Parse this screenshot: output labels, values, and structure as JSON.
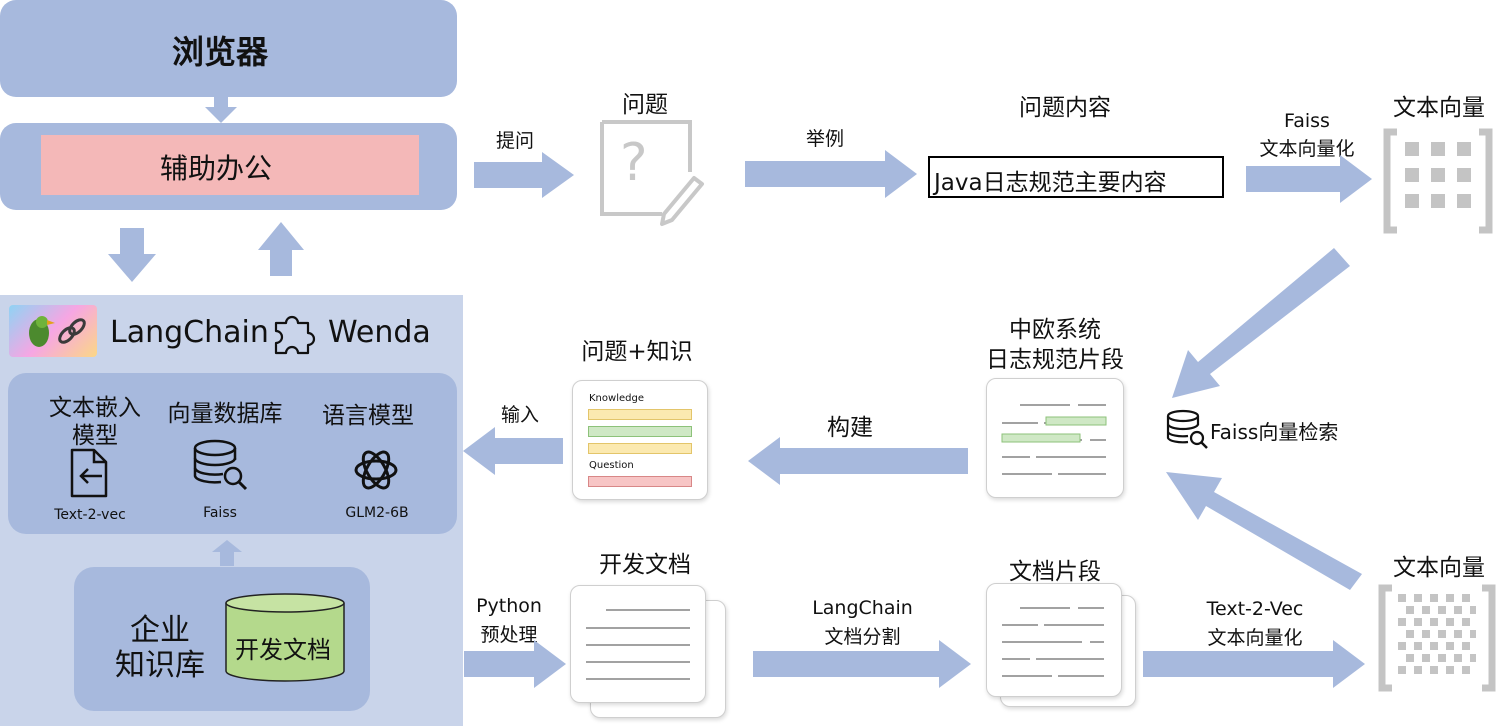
{
  "left_panel": {
    "browser": "浏览器",
    "assistant": "辅助办公",
    "framework": {
      "langchain": "LangChain",
      "wenda": "Wenda"
    },
    "modules": {
      "embedding": {
        "title": "文本嵌入模型",
        "caption": "Text-2-vec"
      },
      "vector_db": {
        "title": "向量数据库",
        "caption": "Faiss"
      },
      "llm": {
        "title": "语言模型",
        "caption": "GLM2-6B"
      }
    },
    "knowledge_base": {
      "title_line1": "企业",
      "title_line2": "知识库",
      "db_label": "开发文档"
    }
  },
  "top_flow": {
    "ask_label": "提问",
    "question_title": "问题",
    "example_label": "举例",
    "question_content_title": "问题内容",
    "question_content": "Java日志规范主要内容",
    "faiss_line1": "Faiss",
    "faiss_line2": "文本向量化",
    "vector_title": "文本向量"
  },
  "middle_flow": {
    "input_label": "输入",
    "qk_title": "问题+知识",
    "knowledge_label": "Knowledge",
    "question_label": "Question",
    "build_label": "构建",
    "fragment_title_line1": "中欧系统",
    "fragment_title_line2": "日志规范片段",
    "search_label": "Faiss向量检索"
  },
  "bottom_flow": {
    "python_line1": "Python",
    "python_line2": "预处理",
    "dev_docs_title": "开发文档",
    "split_line1": "LangChain",
    "split_line2": "文档分割",
    "doc_fragments_title": "文档片段",
    "vec_line1": "Text-2-Vec",
    "vec_line2": "文本向量化",
    "vector_title": "文本向量"
  },
  "colors": {
    "panel_blue": "#a7b9dd",
    "arrow_blue": "#a7b9dd",
    "light_panel": "#c9d4ea",
    "pink": "#f4b8b8",
    "green_db": "#b4d98c",
    "knowledge_yellow": "#fbe9b0",
    "knowledge_green": "#cfe8c5",
    "question_red": "#f7c5c5"
  }
}
